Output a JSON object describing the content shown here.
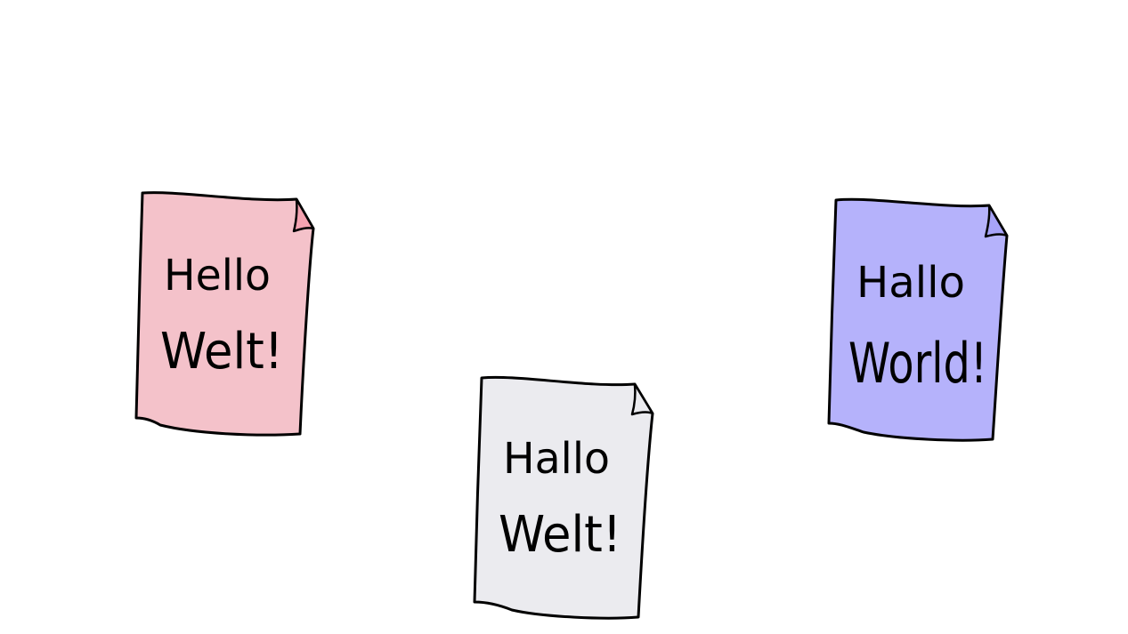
{
  "canvas": {
    "background": "#ffffff"
  },
  "notes": [
    {
      "id": "note-left",
      "color": "#f4c2ca",
      "fold_color": "#f4a3b1",
      "line1": "Hello",
      "line2": "Welt!"
    },
    {
      "id": "note-center",
      "color": "#ebebef",
      "fold_color": "#ebebef",
      "line1": "Hallo",
      "line2": "Welt!"
    },
    {
      "id": "note-right",
      "color": "#b5b2fb",
      "fold_color": "#a7a3f8",
      "line1": "Hallo",
      "line2": "World!"
    }
  ]
}
